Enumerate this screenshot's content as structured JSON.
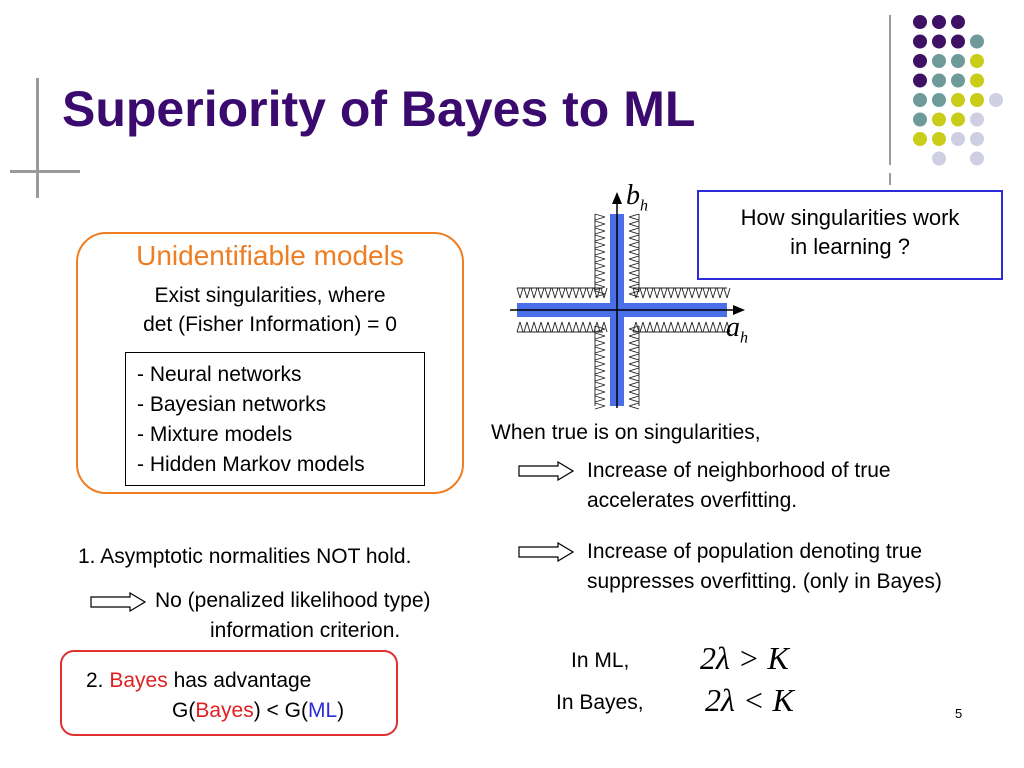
{
  "slide": {
    "title": "Superiority of Bayes to ML",
    "page_number": "5"
  },
  "colors": {
    "title": "#3a0a6e",
    "orange_border": "#ef7d22",
    "blue_border": "#2b2bd9",
    "red_accent": "#e02020",
    "dot_purple": "#3e1164",
    "dot_teal": "#6e9a9a",
    "dot_yellow": "#c9cd1a",
    "dot_lavender": "#cfcfe4"
  },
  "unidentifiable": {
    "heading": "Unidentifiable models",
    "line1": "Exist singularities, where",
    "line2": "det (Fisher Information) = 0",
    "items": [
      "- Neural networks",
      "- Bayesian networks",
      "- Mixture models",
      "- Hidden Markov models"
    ]
  },
  "question": {
    "line1": "How singularities work",
    "line2": "in learning ?"
  },
  "diagram": {
    "axis_b": "b",
    "axis_b_sub": "h",
    "axis_a": "a",
    "axis_a_sub": "h"
  },
  "right_text": {
    "when": "When true is on singularities,",
    "point1_line1": "Increase of neighborhood of true",
    "point1_line2": "accelerates overfitting.",
    "point2_line1": "Increase of population denoting true",
    "point2_line2": "suppresses overfitting. (only in Bayes)"
  },
  "left_text": {
    "asymptotic": "1. Asymptotic normalities NOT hold.",
    "no_crit_line1": "No (penalized likelihood type)",
    "no_crit_line2": "information criterion."
  },
  "bayes_box": {
    "prefix": "2. ",
    "bayes_word": "Bayes",
    "suffix": " has advantage",
    "g_open": "G(",
    "g_bayes": "Bayes",
    "g_mid": ") < G(",
    "g_ml": "ML",
    "g_close": ")"
  },
  "comparison": {
    "ml_label": "In ML,",
    "ml_formula": "2λ > K",
    "bayes_label": "In Bayes,",
    "bayes_formula": "2λ < K"
  }
}
